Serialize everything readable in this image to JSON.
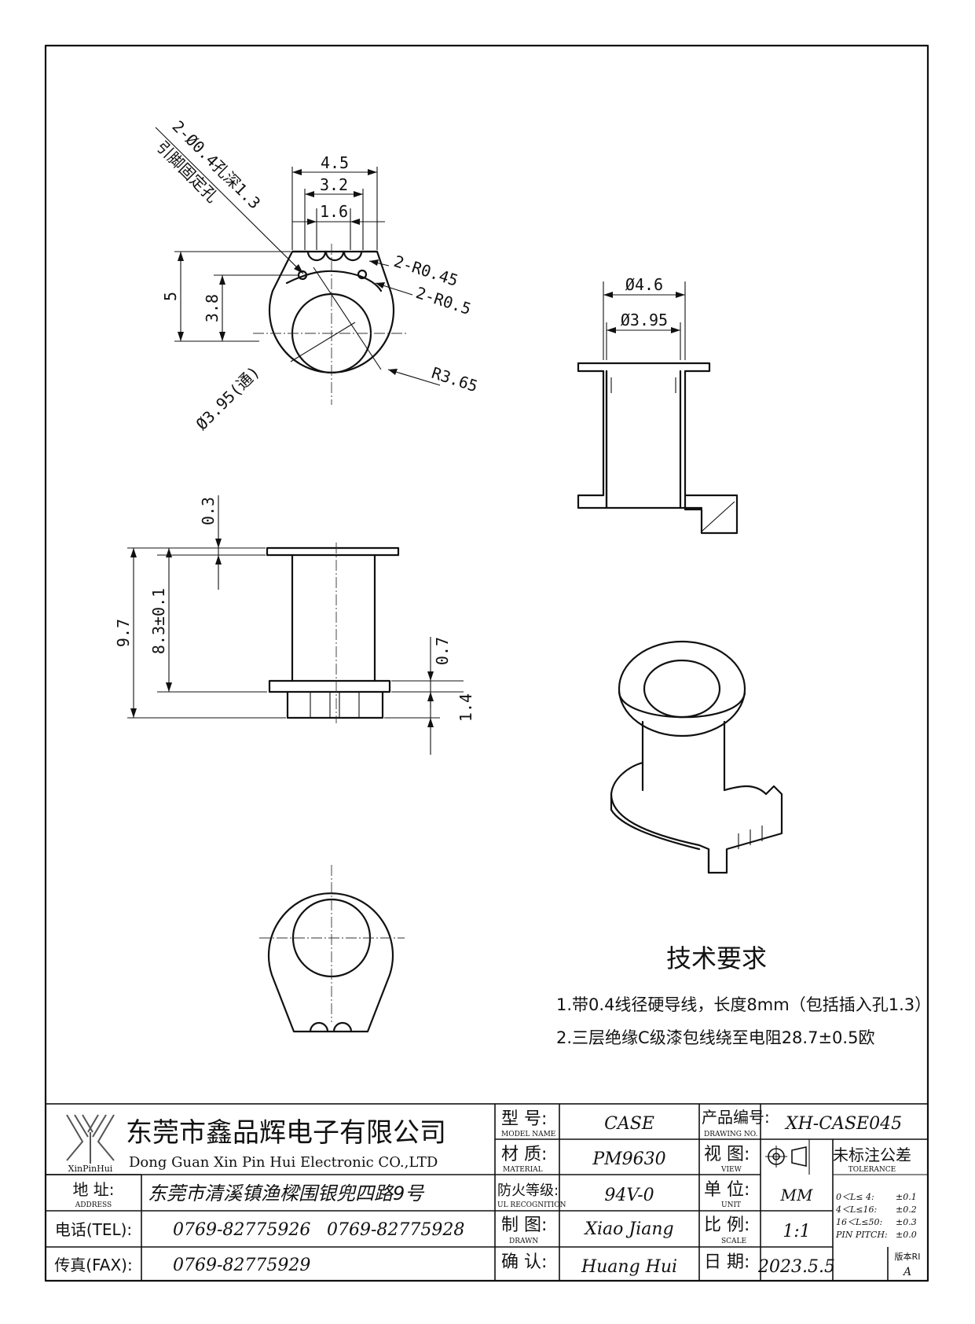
{
  "dims": {
    "hole_note": "2-Ø0.4孔深1.3",
    "hole_note2": "引脚固定孔",
    "w45": "4.5",
    "w32": "3.2",
    "w16": "1.6",
    "r045": "2-R0.45",
    "r05": "2-R0.5",
    "r365": "R3.65",
    "h5": "5",
    "h38": "3.8",
    "bore": "Ø3.95(通)",
    "d46": "Ø4.6",
    "d395": "Ø3.95",
    "t03": "0.3",
    "h97": "9.7",
    "h83": "8.3±0.1",
    "t07": "0.7",
    "t14": "1.4"
  },
  "tech": {
    "title": "技术要求",
    "line1": "1.带0.4线径硬导线，长度8mm（包括插入孔1.3）",
    "line2": "2.三层绝缘C级漆包线绕至电阻28.7±0.5欧"
  },
  "titleblock": {
    "logo_caption": "XinPinHui",
    "company_cn": "东莞市鑫品辉电子有限公司",
    "company_en": "Dong Guan Xin Pin Hui Electronic CO.,LTD",
    "model_label": "型 号:",
    "model_label_en": "MODEL NAME",
    "model_value": "CASE",
    "drawing_no_label": "产品编号:",
    "drawing_no_label_en": "DRAWING NO.",
    "drawing_no_value": "XH-CASE045",
    "material_label": "材 质:",
    "material_label_en": "MATERIAL",
    "material_value": "PM9630",
    "view_label": "视 图:",
    "view_label_en": "VIEW",
    "tolerance_title": "未标注公差",
    "tolerance_en": "TOLERANCE",
    "address_label": "地 址:",
    "address_label_en": "ADDRESS",
    "address_value": "东莞市清溪镇渔樑围银兜四路9号",
    "ul_label": "防火等级:",
    "ul_label_en": "UL RECOGNITION",
    "ul_value": "94V-0",
    "unit_label": "单 位:",
    "unit_label_en": "UNIT",
    "unit_value": "MM",
    "tol1_range": "0＜L≤ 4:",
    "tol1_value": "±0.1",
    "tol2_range": "4＜L≤16:",
    "tol2_value": "±0.2",
    "tol3_range": "16＜L≤50:",
    "tol3_value": "±0.3",
    "tol4_range": "PIN PITCH:",
    "tol4_value": "±0.0",
    "tel_label": "电话(TEL):",
    "tel_value1": "0769-82775926",
    "tel_value2": "0769-82775928",
    "drawn_label": "制 图:",
    "drawn_label_en": "DRAWN",
    "drawn_value": "Xiao Jiang",
    "scale_label": "比 例:",
    "scale_label_en": "SCALE",
    "scale_value": "1:1",
    "fax_label": "传真(FAX):",
    "fax_value": "0769-82775929",
    "checked_label": "确 认:",
    "checked_value": "Huang Hui",
    "date_label": "日 期:",
    "date_value": "2023.5.5",
    "rev_label": "版本RI",
    "rev_value": "A"
  }
}
